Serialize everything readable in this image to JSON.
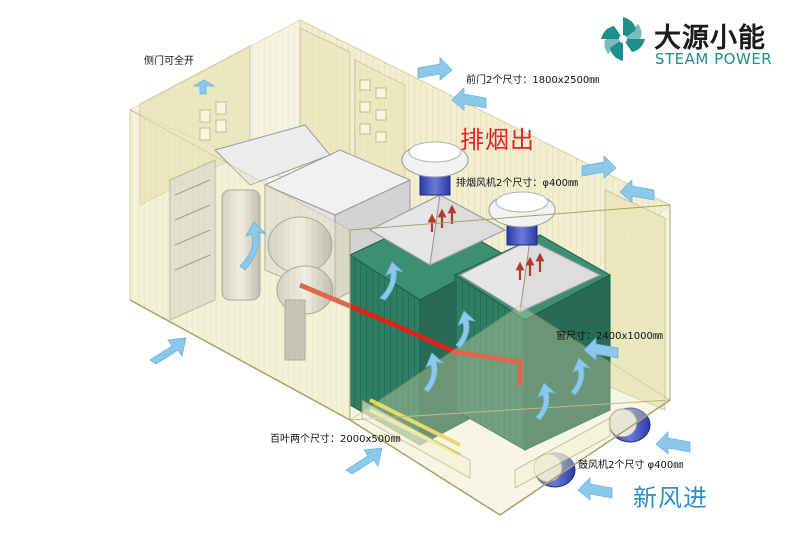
{
  "brand": {
    "name_cn": "大源小能",
    "name_en": "STEAM POWER",
    "color": "#1f8f8c"
  },
  "labels": {
    "side_door": "侧门可全开",
    "front_door": "前门2个尺寸：1800x2500㎜",
    "exhaust_out": "排烟出",
    "exhaust_fan": "排烟风机2个尺寸：φ400㎜",
    "window": "窗尺寸：2400x1000㎜",
    "louver": "百叶两个尺寸：2000x500㎜",
    "blower": "鼓风机2个尺寸 φ400㎜",
    "fresh_air_in": "新风进"
  },
  "colors": {
    "container": "#e9e6b4",
    "boiler": "#2f7d63",
    "hood": "#f2f2f2",
    "arrow_blue": "#8cc8ea",
    "exhaust_text": "#e8202a",
    "fresh_text": "#2f8ccf",
    "pipe_red": "#d8251b"
  },
  "icons": [
    "steam-power-logo-icon",
    "airflow-arrow-icon",
    "exhaust-arrow-icon",
    "fan-icon"
  ]
}
